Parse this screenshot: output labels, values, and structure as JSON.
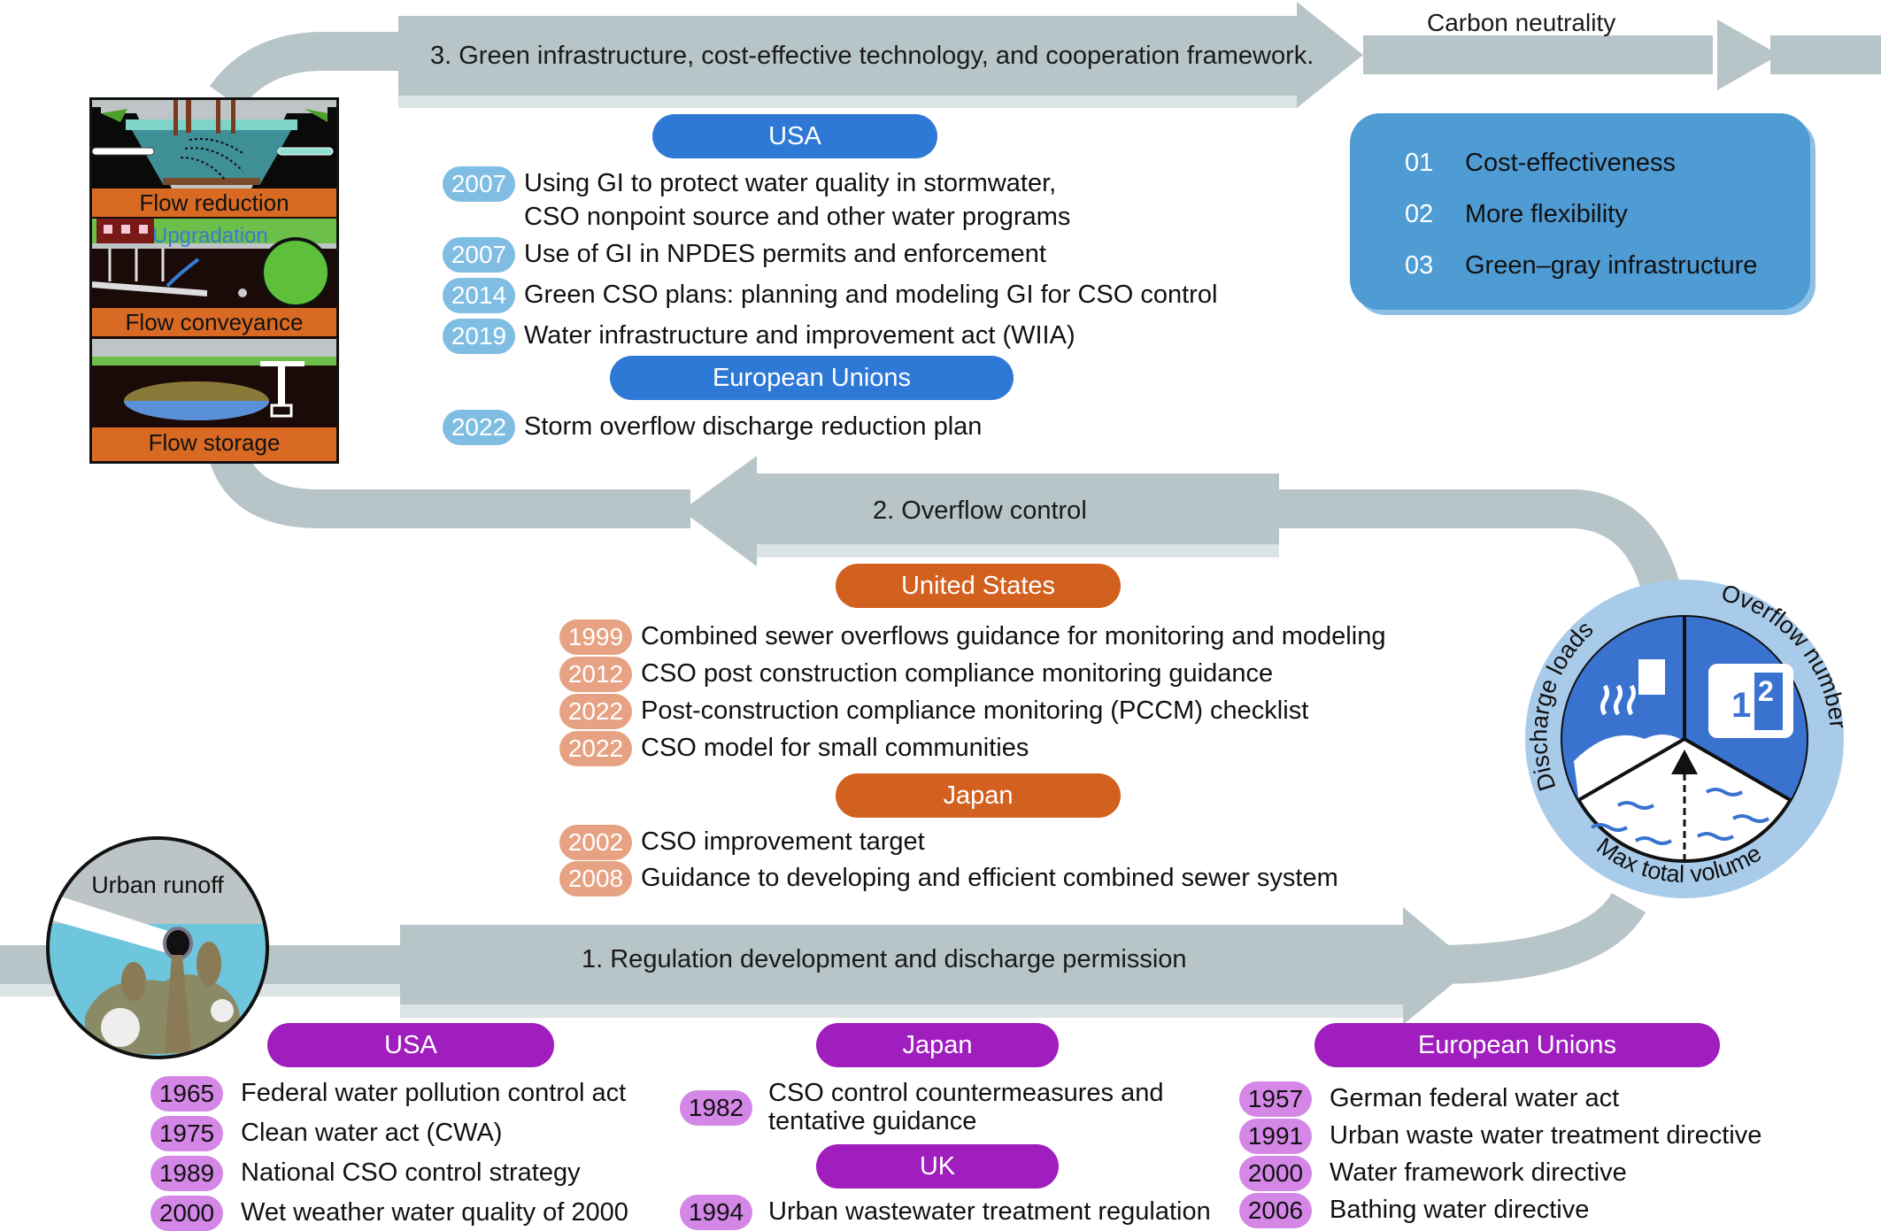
{
  "title": "CSO management evolution timeline",
  "stages": {
    "stage3": {
      "title": "3. Green infrastructure, cost-effective technology, and cooperation framework."
    },
    "stage2": {
      "title": "2. Overflow control"
    },
    "stage1": {
      "title": "1. Regulation development and discharge permission"
    },
    "goal": "Carbon neutrality"
  },
  "benefits": [
    {
      "num": "01",
      "label": "Cost-effectiveness"
    },
    {
      "num": "02",
      "label": "More flexibility"
    },
    {
      "num": "03",
      "label": "Green–gray infrastructure"
    }
  ],
  "infra_panel": {
    "labels": [
      "Flow reduction",
      "Flow conveyance",
      "Flow storage"
    ],
    "upgrade_label": "Upgradation"
  },
  "urban_runoff": {
    "label": "Urban runoff"
  },
  "control_wheel": {
    "segments": [
      "Discharge loads",
      "Overflow number",
      "Max total volume"
    ],
    "counter_digits": [
      "1",
      "2"
    ]
  },
  "stage3_regs": {
    "groups": [
      {
        "region": "USA",
        "items": [
          {
            "year": "2007",
            "text": "Using GI to protect water quality in stormwater,",
            "text2": "CSO nonpoint source and other water programs"
          },
          {
            "year": "2007",
            "text": "Use of GI in NPDES permits and enforcement"
          },
          {
            "year": "2014",
            "text": "Green CSO plans: planning and modeling GI for CSO control"
          },
          {
            "year": "2019",
            "text": "Water infrastructure and improvement act (WIIA)"
          }
        ]
      },
      {
        "region": "European Unions",
        "items": [
          {
            "year": "2022",
            "text": "Storm overflow discharge reduction plan"
          }
        ]
      }
    ]
  },
  "stage2_regs": {
    "groups": [
      {
        "region": "United States",
        "items": [
          {
            "year": "1999",
            "text": "Combined sewer overflows guidance for monitoring and modeling"
          },
          {
            "year": "2012",
            "text": "CSO post construction compliance monitoring guidance"
          },
          {
            "year": "2022",
            "text": "Post-construction compliance monitoring (PCCM) checklist"
          },
          {
            "year": "2022",
            "text": "CSO model for small communities"
          }
        ]
      },
      {
        "region": "Japan",
        "items": [
          {
            "year": "2002",
            "text": "CSO improvement target"
          },
          {
            "year": "2008",
            "text": "Guidance to developing and efficient combined sewer system"
          }
        ]
      }
    ]
  },
  "stage1_regs": {
    "usa": {
      "region": "USA",
      "items": [
        {
          "year": "1965",
          "text": "Federal water pollution control act"
        },
        {
          "year": "1975",
          "text": "Clean water act (CWA)"
        },
        {
          "year": "1989",
          "text": "National CSO control strategy"
        },
        {
          "year": "2000",
          "text": "Wet weather water quality of 2000"
        }
      ]
    },
    "japan": {
      "region": "Japan",
      "items": [
        {
          "year": "1982",
          "text": "CSO control countermeasures and",
          "text2": "tentative guidance"
        }
      ]
    },
    "uk": {
      "region": "UK",
      "items": [
        {
          "year": "1994",
          "text": "Urban wastewater treatment regulation"
        }
      ]
    },
    "eu": {
      "region": "European Unions",
      "items": [
        {
          "year": "1957",
          "text": "German federal water act"
        },
        {
          "year": "1991",
          "text": "Urban waste water treatment directive"
        },
        {
          "year": "2000",
          "text": "Water framework directive"
        },
        {
          "year": "2006",
          "text": "Bathing water directive"
        }
      ]
    }
  },
  "colors": {
    "stage3": "#2f79d6",
    "stage2": "#d2601e",
    "stage1": "#a01ebe",
    "flow_band": "#b7c4c8"
  }
}
